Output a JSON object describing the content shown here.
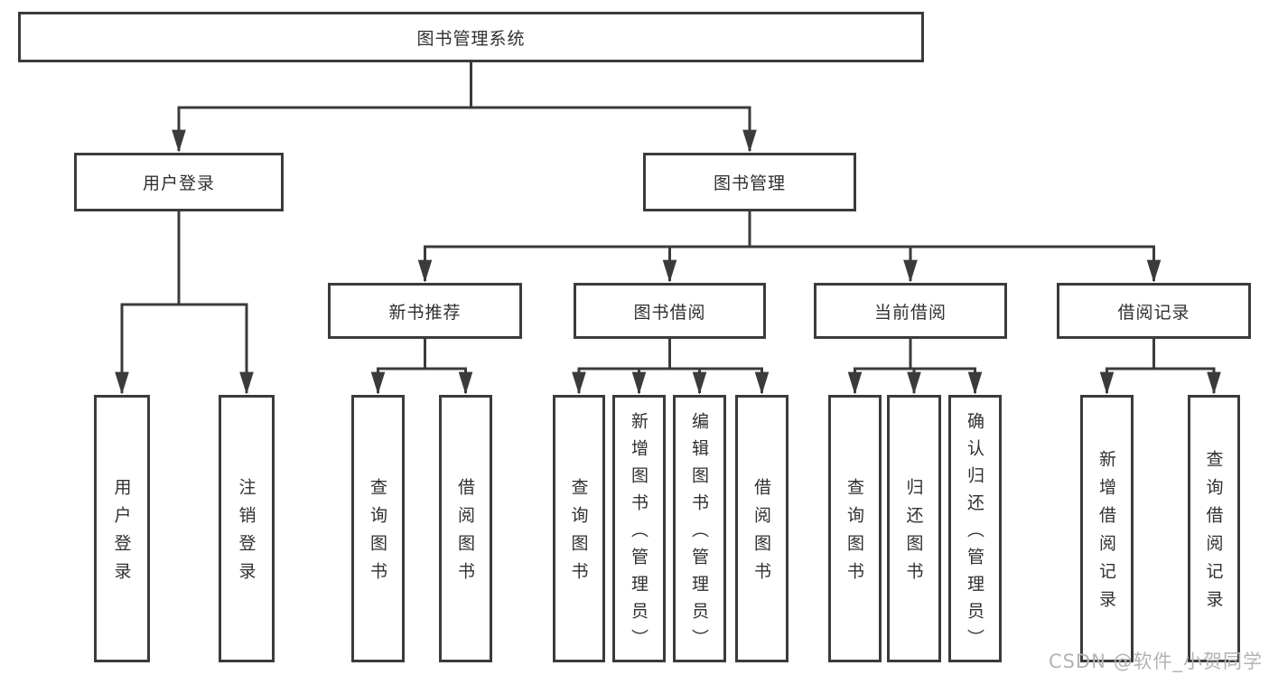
{
  "title": "图书管理系统",
  "watermark": "CSDN @软件_小贺同学",
  "colors": {
    "line": "#3b3b3b",
    "text": "#303030",
    "watermark": "#b3b3b3",
    "background": "#ffffff"
  },
  "tree": {
    "label": "图书管理系统",
    "children": [
      {
        "label": "用户登录",
        "children": [
          {
            "label": "用户登录"
          },
          {
            "label": "注销登录"
          }
        ]
      },
      {
        "label": "图书管理",
        "children": [
          {
            "label": "新书推荐",
            "children": [
              {
                "label": "查询图书"
              },
              {
                "label": "借阅图书"
              }
            ]
          },
          {
            "label": "图书借阅",
            "children": [
              {
                "label": "查询图书"
              },
              {
                "label": "新增图书（管理员）"
              },
              {
                "label": "编辑图书（管理员）"
              },
              {
                "label": "借阅图书"
              }
            ]
          },
          {
            "label": "当前借阅",
            "children": [
              {
                "label": "查询图书"
              },
              {
                "label": "归还图书"
              },
              {
                "label": "确认归还（管理员）"
              }
            ]
          },
          {
            "label": "借阅记录",
            "children": [
              {
                "label": "新增借阅记录"
              },
              {
                "label": "查询借阅记录"
              }
            ]
          }
        ]
      }
    ]
  }
}
